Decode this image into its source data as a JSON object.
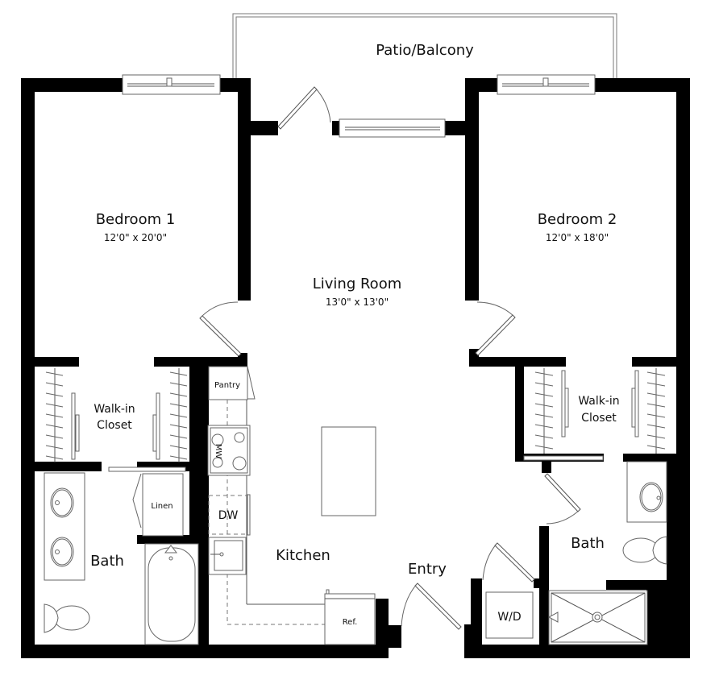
{
  "plan": {
    "rooms": {
      "patio": {
        "name": "Patio/Balcony"
      },
      "bedroom1": {
        "name": "Bedroom 1",
        "dims": "12'0\" x 20'0\""
      },
      "bedroom2": {
        "name": "Bedroom 2",
        "dims": "12'0\" x 18'0\""
      },
      "living": {
        "name": "Living Room",
        "dims": "13'0\" x 13'0\""
      },
      "closet1": {
        "line1": "Walk-in",
        "line2": "Closet"
      },
      "closet2": {
        "line1": "Walk-in",
        "line2": "Closet"
      },
      "bath1": {
        "name": "Bath"
      },
      "bath2": {
        "name": "Bath"
      },
      "kitchen": {
        "name": "Kitchen"
      },
      "entry": {
        "name": "Entry"
      }
    },
    "fixtures": {
      "pantry": "Pantry",
      "linen": "Linen",
      "microwave": "MW",
      "dishwasher": "DW",
      "refrigerator": "Ref.",
      "washer_dryer": "W/D"
    },
    "colors": {
      "wall": "#000000",
      "line": "#555555",
      "background": "#ffffff"
    }
  }
}
